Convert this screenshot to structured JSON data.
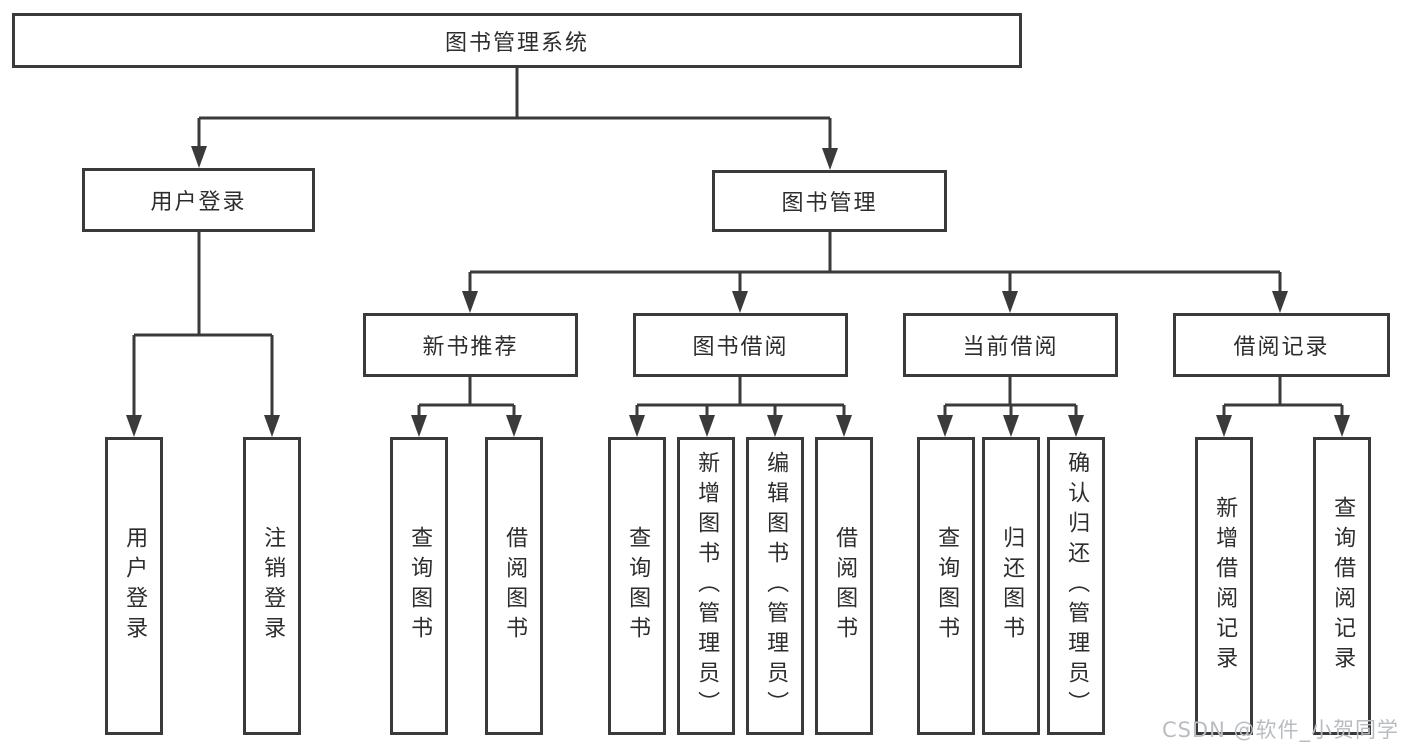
{
  "tree": {
    "label": "图书管理系统",
    "children": [
      {
        "label": "用户登录",
        "children": [
          {
            "label": "用户登录"
          },
          {
            "label": "注销登录"
          }
        ]
      },
      {
        "label": "图书管理",
        "children": [
          {
            "label": "新书推荐",
            "children": [
              {
                "label": "查询图书"
              },
              {
                "label": "借阅图书"
              }
            ]
          },
          {
            "label": "图书借阅",
            "children": [
              {
                "label": "查询图书"
              },
              {
                "label": "新增图书（管理员）"
              },
              {
                "label": "编辑图书（管理员）"
              },
              {
                "label": "借阅图书"
              }
            ]
          },
          {
            "label": "当前借阅",
            "children": [
              {
                "label": "查询图书"
              },
              {
                "label": "归还图书"
              },
              {
                "label": "确认归还（管理员）"
              }
            ]
          },
          {
            "label": "借阅记录",
            "children": [
              {
                "label": "新增借阅记录"
              },
              {
                "label": "查询借阅记录"
              }
            ]
          }
        ]
      }
    ]
  },
  "watermark": {
    "text": "CSDN @软件_小贺同学"
  },
  "colors": {
    "line": "#3a3a3a",
    "node_text": "#2d2d2d",
    "watermark": "#b9bdc2",
    "background": "#ffffff"
  }
}
